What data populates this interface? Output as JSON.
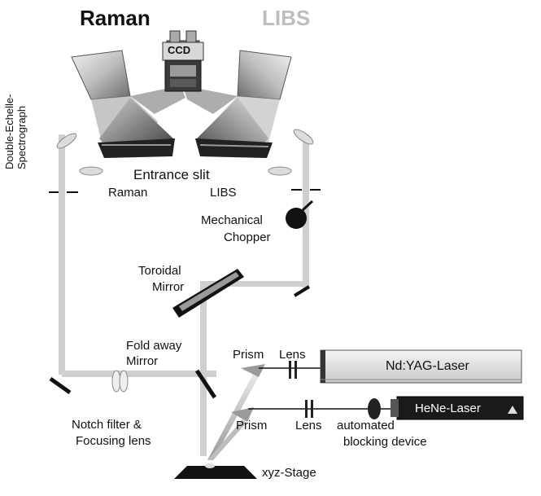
{
  "title_left": "Raman",
  "title_right": "LIBS",
  "ccd_label": "CCD",
  "spectrograph_label": "Double-Echelle-Spectrograph",
  "entrance_slit": "Entrance slit",
  "slit_raman": "Raman",
  "slit_libs": "LIBS",
  "chopper": [
    "Mechanical",
    "Chopper"
  ],
  "toroidal": [
    "Toroidal",
    "Mirror"
  ],
  "foldaway": [
    "Fold away",
    "Mirror"
  ],
  "notch": [
    "Notch filter &",
    "Focusing lens"
  ],
  "prism_top": "Prism",
  "lens_top": "Lens",
  "prism_bottom": "Prism",
  "lens_bottom": "Lens",
  "ndyag": "Nd:YAG-Laser",
  "hene": "HeNe-Laser",
  "blocking": [
    "automated",
    "blocking device"
  ],
  "stage": "xyz-Stage"
}
